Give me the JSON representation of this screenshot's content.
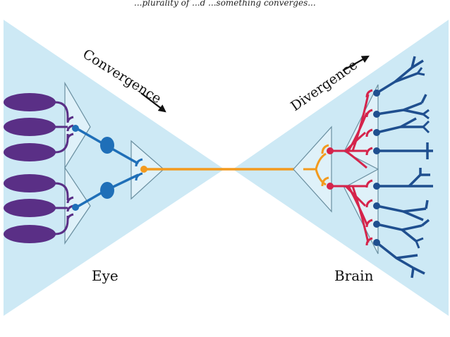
{
  "labels": {
    "top_caption": "...plurality of ...d ...something converges...",
    "convergence": "Convergence",
    "divergence": "Divergence",
    "eye": "Eye",
    "brain": "Brain"
  },
  "colors": {
    "background_light_blue": "#cde9f5",
    "receptor_purple": "#5a2f86",
    "neuron_blue": "#1f6fb8",
    "axon_orange": "#f39a1e",
    "brain_red": "#d5244b",
    "brain_dark_blue": "#1f4f8f",
    "cell_outline": "#6a8fa0",
    "text": "#111111"
  },
  "icons": {
    "convergence_arrow": "arrow-down-right-icon",
    "divergence_arrow": "arrow-up-right-icon"
  }
}
